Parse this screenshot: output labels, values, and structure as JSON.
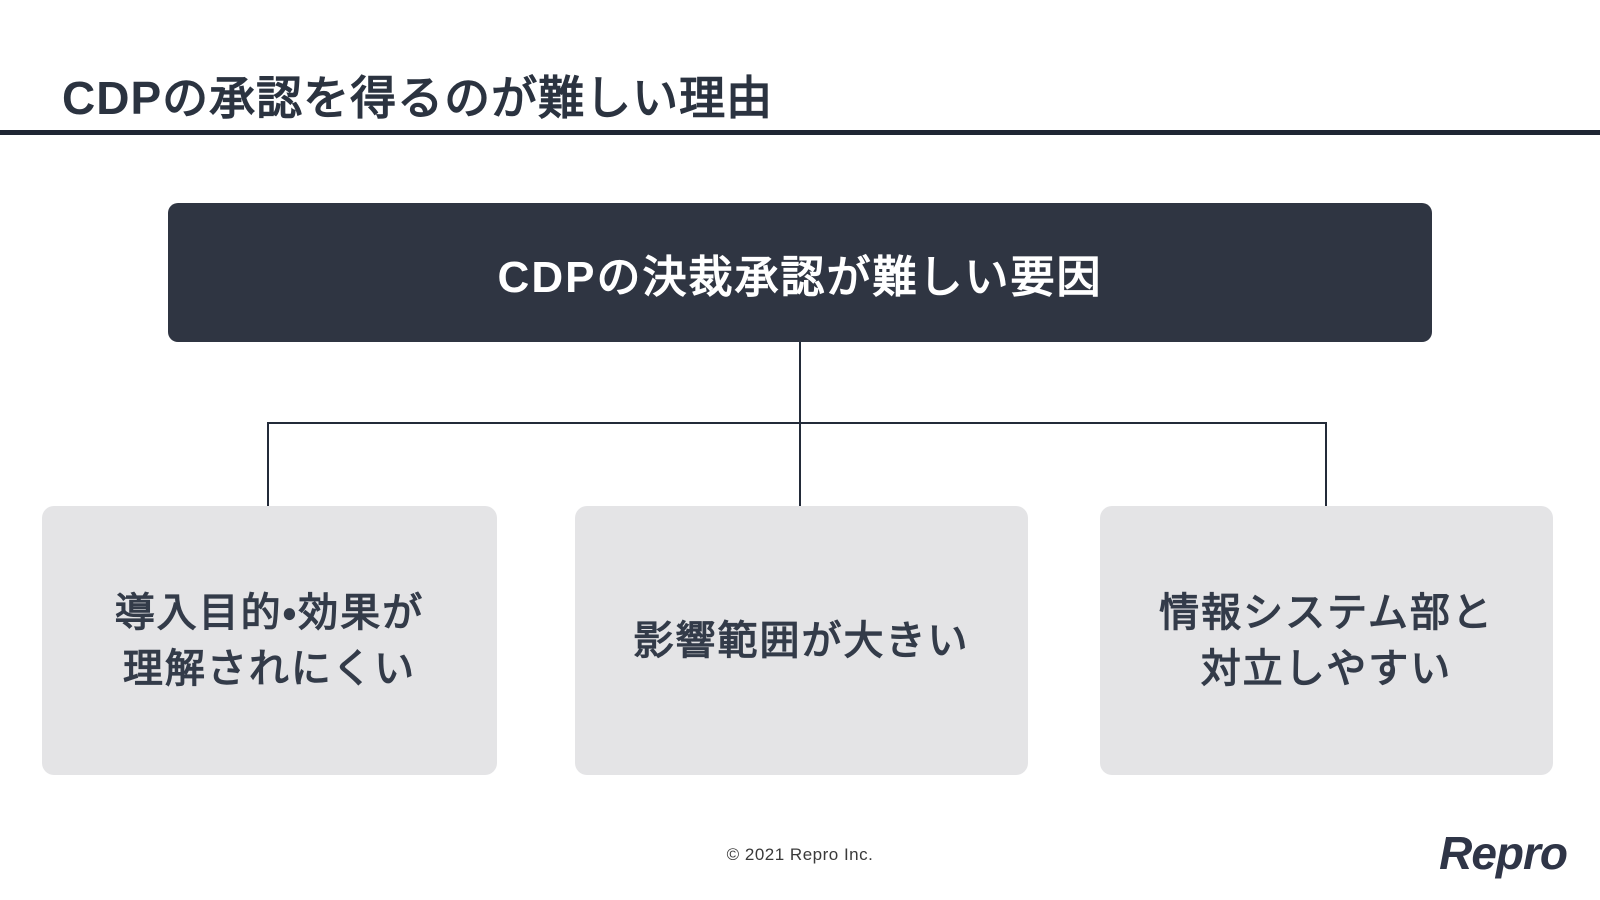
{
  "slide": {
    "title": "CDPの承認を得るのが難しい理由",
    "footer": "© 2021 Repro Inc.",
    "logo_text": "Repro"
  },
  "diagram": {
    "root": {
      "label": "CDPの決裁承認が難しい要因"
    },
    "children": [
      {
        "label": "導入目的・効果が\n理解されにくい"
      },
      {
        "label": "影響範囲が大きい"
      },
      {
        "label": "情報システム部と\n対立しやすい"
      }
    ]
  },
  "colors": {
    "root_box_bg": "#2f3542",
    "root_box_text": "#ffffff",
    "child_box_bg": "#e4e4e6",
    "child_box_text": "#333b49",
    "title_text": "#2b3340",
    "connector": "#232b39",
    "title_rule": "#1f2633"
  }
}
